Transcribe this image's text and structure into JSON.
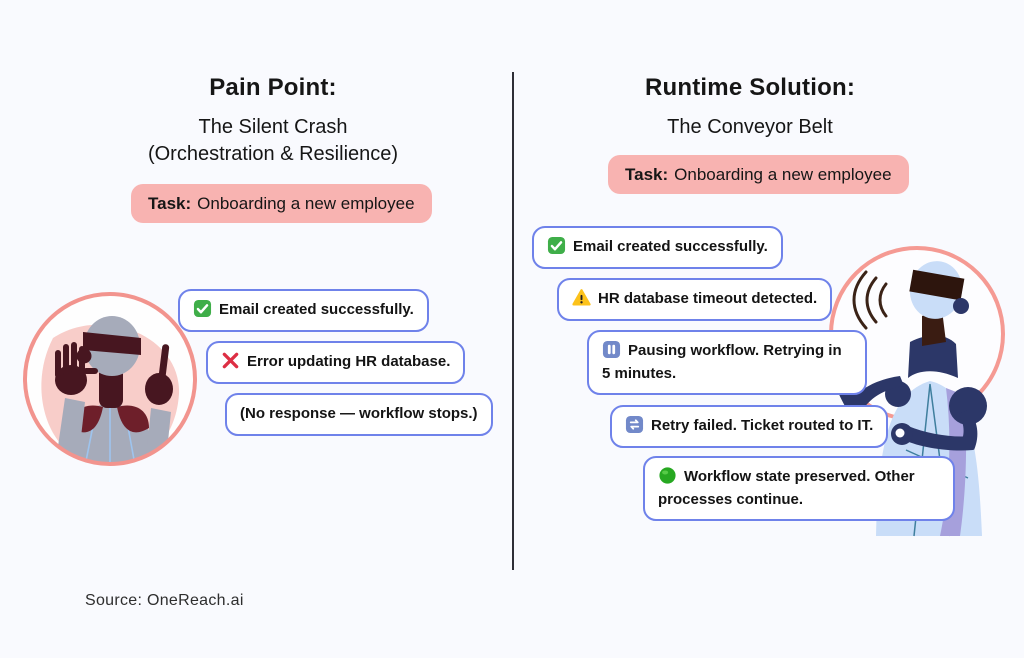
{
  "left": {
    "title": "Pain Point:",
    "subtitle_lines": [
      "The Silent Crash",
      "(Orchestration & Resilience)"
    ],
    "task": {
      "label": "Task:",
      "text": "Onboarding a new employee"
    },
    "bubbles": [
      {
        "icon": "check",
        "text": "Email created successfully."
      },
      {
        "icon": "cross",
        "text": "Error updating HR database."
      },
      {
        "icon": null,
        "text": "(No response — workflow stops.)"
      }
    ],
    "illustration": "robot-hands-raised"
  },
  "right": {
    "title": "Runtime Solution:",
    "subtitle_lines": [
      "The Conveyor Belt"
    ],
    "task": {
      "label": "Task:",
      "text": "Onboarding a new employee"
    },
    "bubbles": [
      {
        "icon": "check",
        "text": "Email created successfully."
      },
      {
        "icon": "warning",
        "text": "HR database timeout detected."
      },
      {
        "icon": "pause",
        "text": "Pausing workflow. Retrying in 5 minutes."
      },
      {
        "icon": "retry",
        "text": "Retry failed. Ticket routed to IT."
      },
      {
        "icon": "green-dot",
        "text": "Workflow state preserved. Other processes continue."
      }
    ],
    "illustration": "robot-speaking-gesture"
  },
  "footer": {
    "source": "Source: OneReach.ai"
  },
  "colors": {
    "background": "#f9fafe",
    "task_pill": "#f8b3b1",
    "bubble_border": "#6f82ea",
    "bubble_background": "#ffffff",
    "divider": "#2e2e36",
    "circle_ring": "#f2948e",
    "text": "#161616",
    "check_green": "#3fae49",
    "cross_red": "#dd2e44",
    "warning_yellow": "#fcc21b",
    "pause_blue": "#7289c9",
    "status_green": "#27a821"
  }
}
